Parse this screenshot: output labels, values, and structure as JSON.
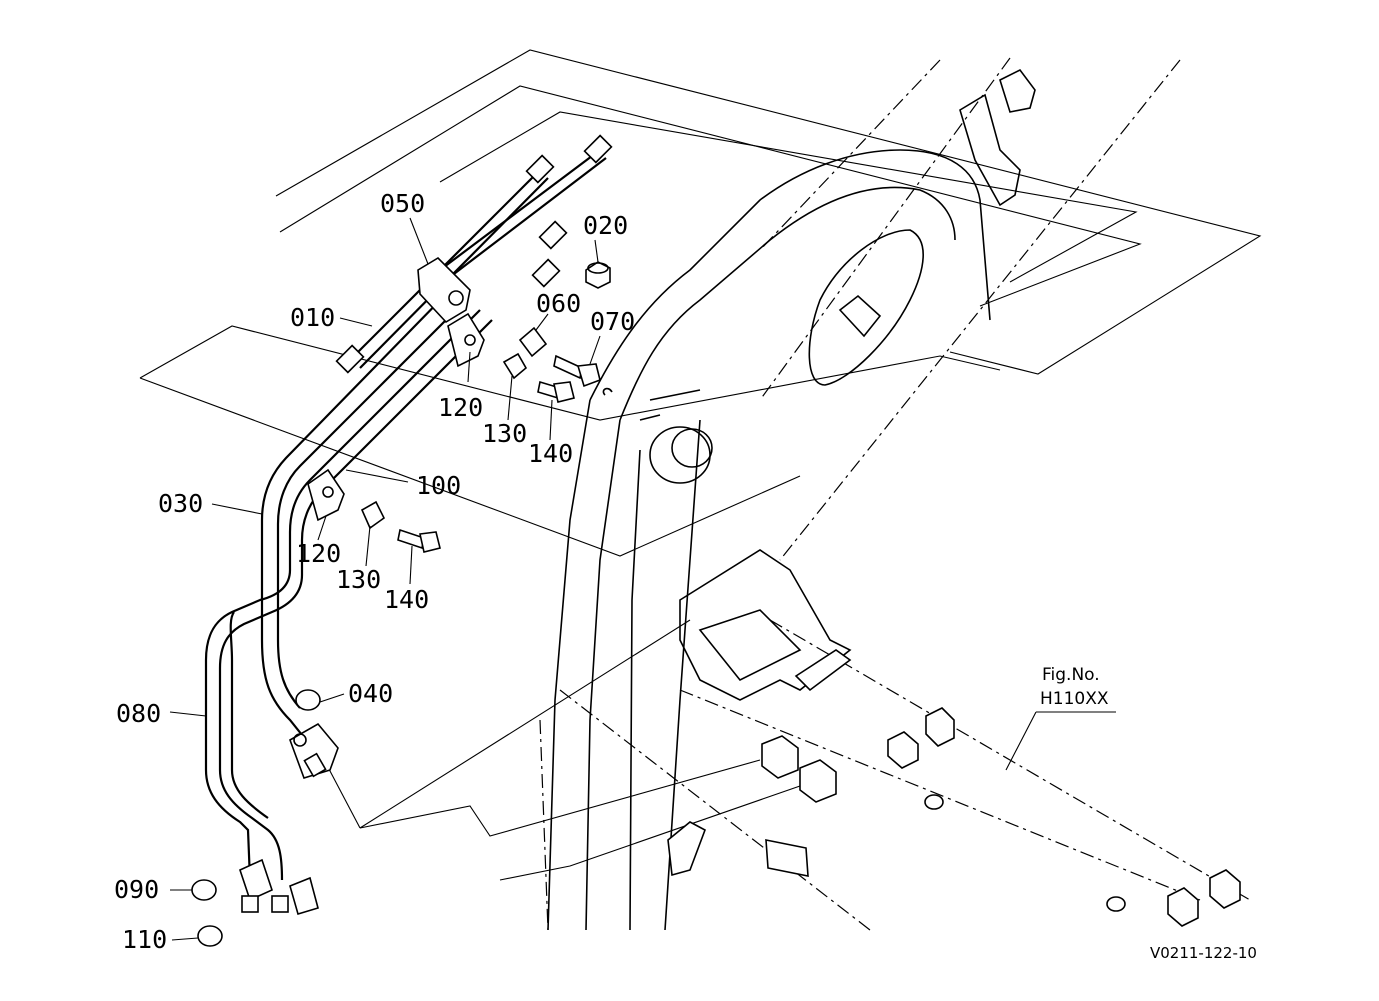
{
  "labels": {
    "p050": "050",
    "p020": "020",
    "p010": "010",
    "p060": "060",
    "p070": "070",
    "p120a": "120",
    "p130a": "130",
    "p140a": "140",
    "p100": "100",
    "p030": "030",
    "p120b": "120",
    "p130b": "130",
    "p140b": "140",
    "p040": "040",
    "p080": "080",
    "p090": "090",
    "p110": "110"
  },
  "reference": {
    "fig_label": "Fig.No.",
    "fig_number": "H110XX"
  },
  "drawing_code": "V0211-122-10"
}
